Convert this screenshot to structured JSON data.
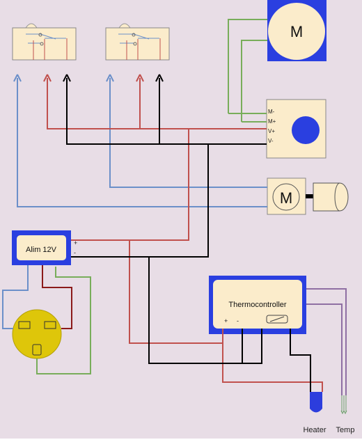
{
  "labels": {
    "alim": "Alim 12V",
    "alim_plus": "+",
    "alim_minus": "-",
    "thermo": "Thermocontroller",
    "thermo_plus": "+",
    "thermo_minus": "-",
    "motor_big": "M",
    "motor_small": "M",
    "pin_m_minus": "M-",
    "pin_m_plus": "M+",
    "pin_v_plus": "V+",
    "pin_v_minus": "V-",
    "heater": "Heater",
    "temp": "Temp"
  },
  "colors": {
    "background": "#e8dde6",
    "box_fill": "#fbeccb",
    "frame_blue": "#2a3fe0",
    "wire_red": "#c0504d",
    "wire_black": "#000000",
    "wire_blue": "#6b8fc9",
    "wire_green": "#78ad5a",
    "wire_purple": "#8f6fa3",
    "plug_yellow": "#dec60a",
    "heater_blue": "#2c3ddd"
  }
}
